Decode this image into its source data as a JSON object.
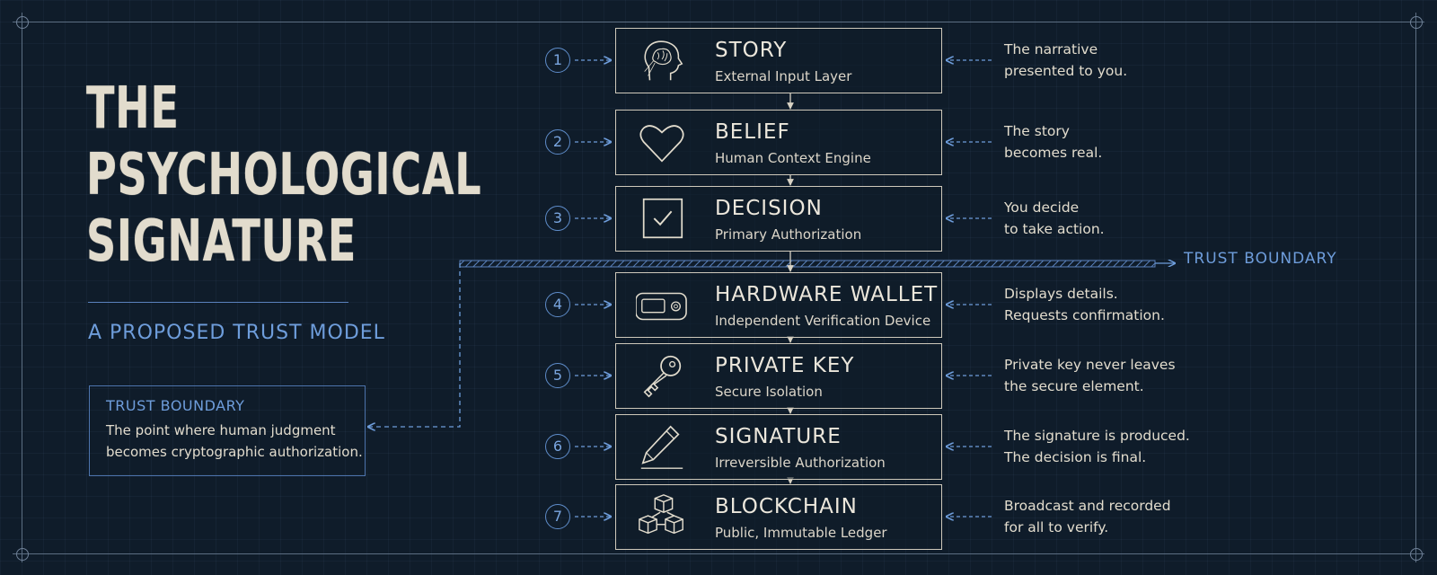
{
  "title_lines": [
    "THE",
    "PSYCHOLOGICAL",
    "SIGNATURE"
  ],
  "subtitle": "A PROPOSED TRUST MODEL",
  "trust_box": {
    "heading": "TRUST BOUNDARY",
    "text_line1": "The point where human judgment",
    "text_line2": "becomes cryptographic authorization."
  },
  "boundary_label": "TRUST BOUNDARY",
  "colors": {
    "background": "#0f1c2a",
    "accent": "#6e9ddb",
    "ink": "#e2dccd"
  },
  "steps": [
    {
      "number": "1",
      "title": "STORY",
      "subtitle": "External Input Layer",
      "icon": "head-brain-icon",
      "desc": [
        "The narrative",
        "presented to you."
      ]
    },
    {
      "number": "2",
      "title": "BELIEF",
      "subtitle": "Human Context Engine",
      "icon": "heart-icon",
      "desc": [
        "The story",
        "becomes real."
      ]
    },
    {
      "number": "3",
      "title": "DECISION",
      "subtitle": "Primary Authorization",
      "icon": "checkbox-icon",
      "desc": [
        "You decide",
        "to take action."
      ]
    },
    {
      "number": "4",
      "title": "HARDWARE WALLET",
      "subtitle": "Independent Verification Device",
      "icon": "hardware-wallet-icon",
      "desc": [
        "Displays details.",
        "Requests confirmation."
      ]
    },
    {
      "number": "5",
      "title": "PRIVATE KEY",
      "subtitle": "Secure Isolation",
      "icon": "key-icon",
      "desc": [
        "Private key never leaves",
        "the secure element."
      ]
    },
    {
      "number": "6",
      "title": "SIGNATURE",
      "subtitle": "Irreversible Authorization",
      "icon": "pen-icon",
      "desc": [
        "The signature is produced.",
        "The decision is final."
      ]
    },
    {
      "number": "7",
      "title": "BLOCKCHAIN",
      "subtitle": "Public, Immutable Ledger",
      "icon": "blocks-icon",
      "desc": [
        "Broadcast and recorded",
        "for all to verify."
      ]
    }
  ]
}
